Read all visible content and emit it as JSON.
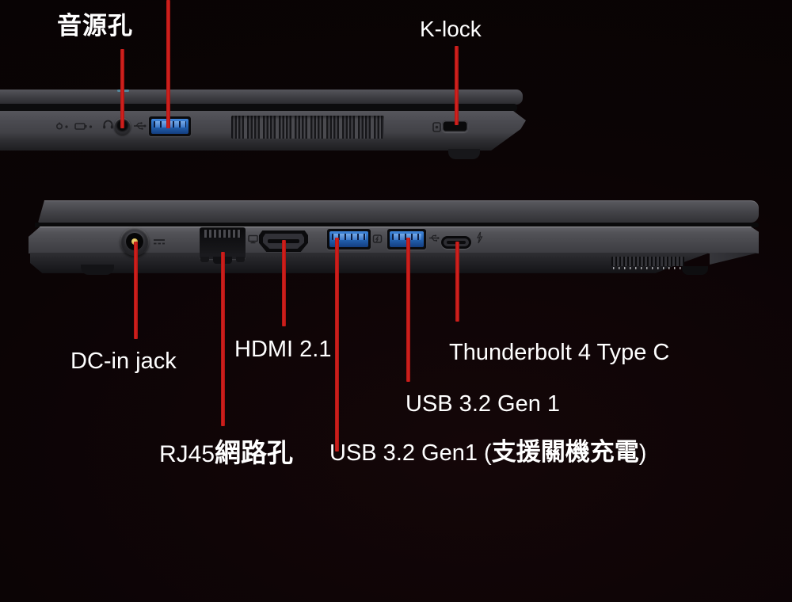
{
  "colors": {
    "background": "#0b0405",
    "leader_line": "#c81a16",
    "label_text": "#ffffff",
    "chassis_gray": "#48484d",
    "usb_port_blue": "#2e74cc",
    "dc_pin_gold": "#c9a23b"
  },
  "top_view": {
    "description": "upper laptop side view",
    "callouts": {
      "audio": {
        "label": "音源孔",
        "target": "audio-jack"
      },
      "usb": {
        "label": "",
        "target": "usb-a-port"
      },
      "klock": {
        "label": "K-lock",
        "target": "kensington-lock-slot"
      }
    },
    "ports": [
      "indicator-leds",
      "audio-combo-jack",
      "usb-a-port",
      "cooling-vents",
      "kensington-lock-slot"
    ]
  },
  "bottom_view": {
    "description": "lower laptop side view",
    "callouts": {
      "dc": {
        "label": "DC-in jack",
        "target": "dc-in-jack"
      },
      "rj45": {
        "prefix": "RJ45",
        "cjk": "網路孔",
        "target": "rj45-port"
      },
      "hdmi": {
        "label": "HDMI 2.1",
        "target": "hdmi-port"
      },
      "usb_charge": {
        "prefix": "USB 3.2 Gen1 (",
        "cjk": "支援關機充電",
        "suffix": ")",
        "target": "usb-a-port-1"
      },
      "usb": {
        "label": "USB 3.2 Gen 1",
        "target": "usb-a-port-2"
      },
      "thunderbolt": {
        "label": "Thunderbolt 4 Type C",
        "target": "usb-c-port"
      }
    },
    "ports": [
      "dc-in-jack",
      "rj45-ethernet-port",
      "hdmi-port",
      "usb-a-port-1",
      "usb-a-port-2",
      "usb-c-thunderbolt-port"
    ]
  },
  "icons": {
    "power_indicator": "power-indicator-icon",
    "battery_indicator": "battery-indicator-icon",
    "headphone": "headphone-icon",
    "usb_trident": "usb-icon",
    "kensington": "kensington-lock-icon",
    "dc_power": "dc-power-icon",
    "ethernet": "ethernet-icon",
    "usb_charging": "usb-charging-icon",
    "lightning": "thunderbolt-icon"
  }
}
